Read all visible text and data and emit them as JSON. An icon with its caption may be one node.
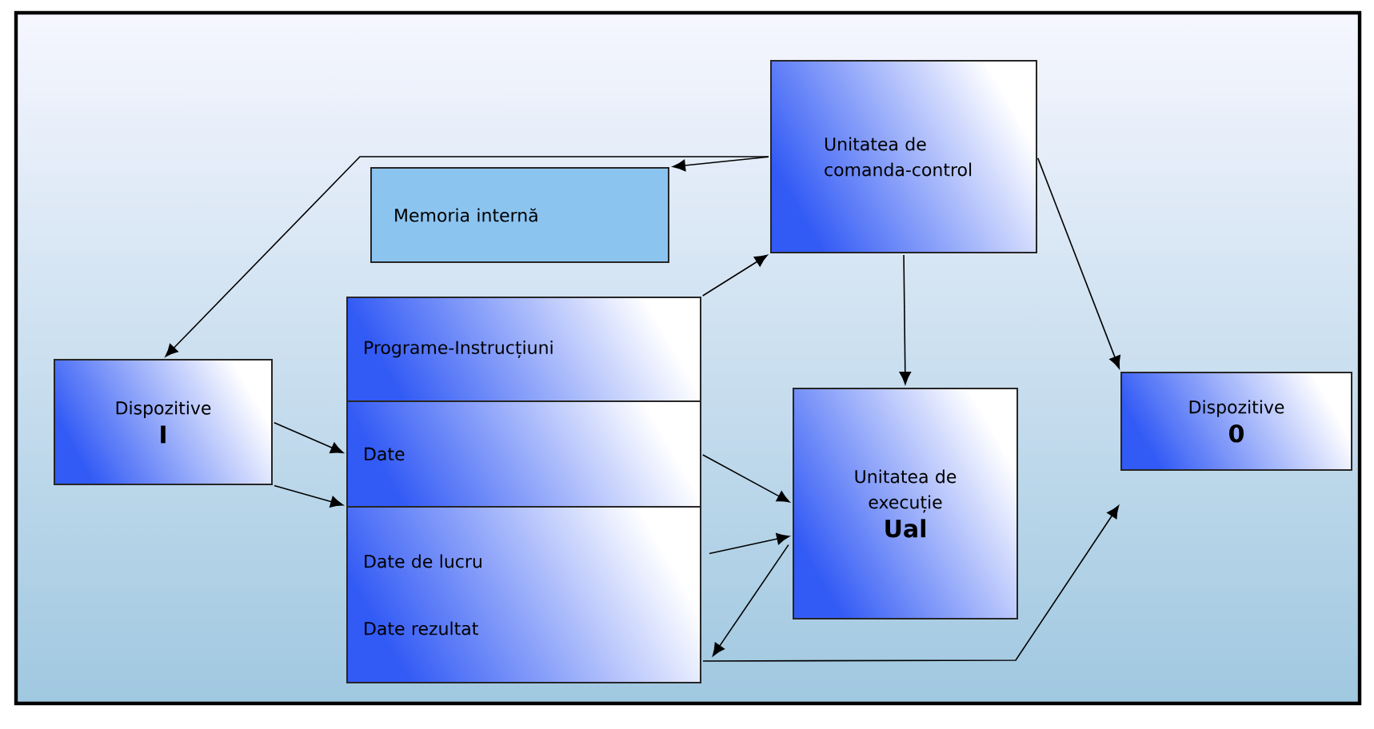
{
  "diagram": {
    "nodes": [
      {
        "text": [
          "Dispozitive",
          "I"
        ]
      },
      {
        "text": [
          "Memoria internă"
        ]
      },
      {
        "text": [
          "Programe-Instrucțiuni"
        ]
      },
      {
        "text": [
          "Date"
        ]
      },
      {
        "text": [
          "Date de lucru",
          "Date rezultat"
        ]
      },
      {
        "text": [
          "Unitatea de comanda-control"
        ]
      },
      {
        "text": [
          "Unitatea de execuție",
          "Ual"
        ]
      },
      {
        "text": [
          "Dispozitive",
          "0"
        ]
      }
    ],
    "edges": [
      {
        "from": 5,
        "to": 0,
        "arrow": "to"
      },
      {
        "from": 5,
        "to": 1,
        "arrow": "to"
      },
      {
        "from": 2,
        "to": 5,
        "arrow": "to"
      },
      {
        "from": 5,
        "to": 6,
        "arrow": "to"
      },
      {
        "from": 5,
        "to": 7,
        "arrow": "to"
      },
      {
        "from": 0,
        "to": 3,
        "arrow": "to"
      },
      {
        "from": 0,
        "to": 4,
        "arrow": "to"
      },
      {
        "from": 3,
        "to": 6,
        "arrow": "to"
      },
      {
        "from": 4,
        "to": 6,
        "arrow": "to"
      },
      {
        "from": 6,
        "to": 4,
        "arrow": "to"
      },
      {
        "from": 4,
        "to": 7,
        "arrow": "to"
      }
    ]
  }
}
